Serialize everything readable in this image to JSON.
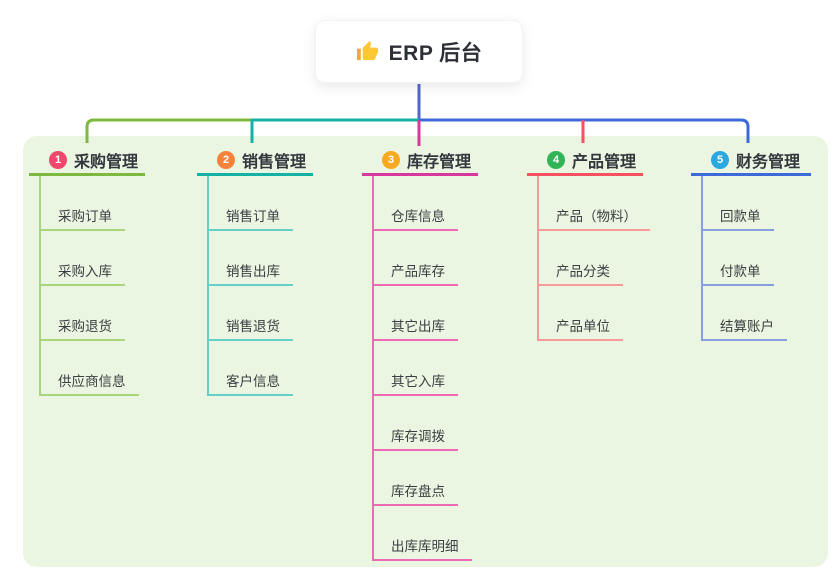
{
  "root": {
    "label": "ERP 后台",
    "icon": "thumbs-up-icon",
    "stem_color": "#5365c8"
  },
  "panel": {
    "background": "#eaf6e2"
  },
  "branches": [
    {
      "num": "1",
      "label": "采购管理",
      "badge_color": "#f1476b",
      "line_color": "#7cb93e",
      "child_line_color": "#a9d67c",
      "children": [
        "采购订单",
        "采购入库",
        "采购退货",
        "供应商信息"
      ]
    },
    {
      "num": "2",
      "label": "销售管理",
      "badge_color": "#f6823c",
      "line_color": "#14b2a5",
      "child_line_color": "#66cfc6",
      "children": [
        "销售订单",
        "销售出库",
        "销售退货",
        "客户信息"
      ]
    },
    {
      "num": "3",
      "label": "库存管理",
      "badge_color": "#f9a91e",
      "line_color": "#d8379e",
      "child_line_color": "#ef6ab4",
      "children": [
        "仓库信息",
        "产品库存",
        "其它出库",
        "其它入库",
        "库存调拨",
        "库存盘点",
        "出库库明细"
      ]
    },
    {
      "num": "4",
      "label": "产品管理",
      "badge_color": "#30b457",
      "line_color": "#f5515f",
      "child_line_color": "#f89a9a",
      "children": [
        "产品（物料）",
        "产品分类",
        "产品单位"
      ]
    },
    {
      "num": "5",
      "label": "财务管理",
      "badge_color": "#2ba8de",
      "line_color": "#3c6bd9",
      "child_line_color": "#87a0dd",
      "children": [
        "回款单",
        "付款单",
        "结算账户"
      ]
    }
  ]
}
